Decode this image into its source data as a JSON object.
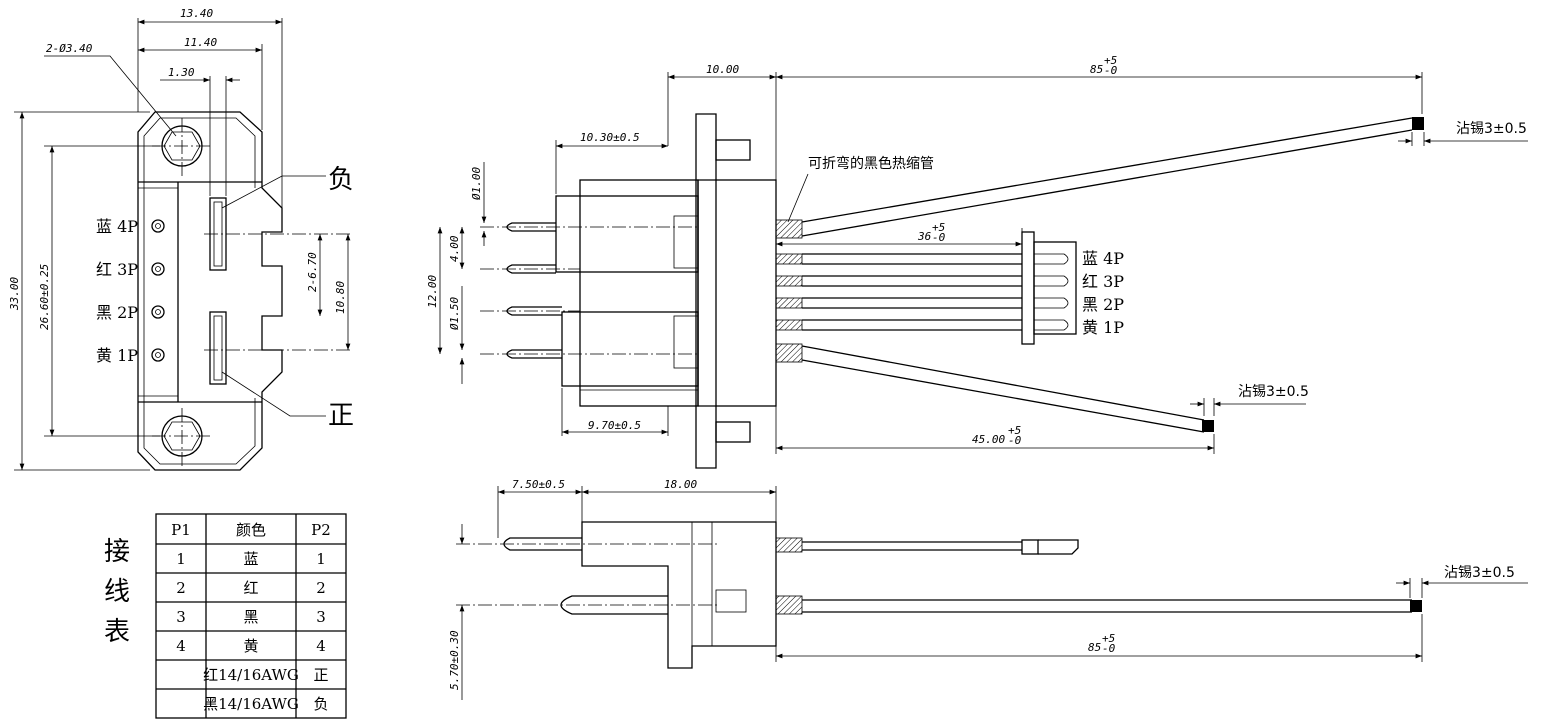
{
  "front_view": {
    "dims": {
      "width_total": "13.40",
      "width_inner": "11.40",
      "hole_offset": "1.30",
      "holes": "2-Ø3.40",
      "height_total": "33.00",
      "hole_spacing": "26.60±0.25",
      "slot_width": "2-6.70",
      "slot_span": "10.80"
    },
    "pins": [
      {
        "label": "蓝 4P"
      },
      {
        "label": "红 3P"
      },
      {
        "label": "黑 2P"
      },
      {
        "label": "黄 1P"
      }
    ],
    "neg_label": "负",
    "pos_label": "正"
  },
  "wiring_table": {
    "title": [
      "接",
      "线",
      "表"
    ],
    "headers": [
      "P1",
      "颜色",
      "P2"
    ],
    "rows": [
      [
        "1",
        "蓝",
        "1"
      ],
      [
        "2",
        "红",
        "2"
      ],
      [
        "3",
        "黑",
        "3"
      ],
      [
        "4",
        "黄",
        "4"
      ],
      [
        "",
        "红14/16AWG",
        "正"
      ],
      [
        "",
        "黑14/16AWG",
        "负"
      ]
    ]
  },
  "side_view": {
    "dims": {
      "flange": "10.00",
      "pin_len": "10.30±0.5",
      "wire_long": "85",
      "wire_long_tol": "+5",
      "wire_long_tol2": "-0",
      "tin_top": "沾锡3±0.5",
      "pin_dia": "Ø1.00",
      "pitch": "4.00",
      "span": "12.00",
      "pin_dia2": "Ø1.50",
      "signal_wire": "36",
      "signal_tol": "+5",
      "signal_tol2": "-0",
      "tin_bottom": "沾锡3±0.5",
      "lower_len": "9.70±0.5",
      "wire_short": "45.00",
      "wire_short_tol": "+5",
      "wire_short_tol2": "-0"
    },
    "heat_shrink": "可折弯的黑色热缩管",
    "connector_pins": [
      {
        "label": "蓝 4P"
      },
      {
        "label": "红 3P"
      },
      {
        "label": "黑 2P"
      },
      {
        "label": "黄 1P"
      }
    ]
  },
  "bottom_view": {
    "dims": {
      "pin_len": "7.50±0.5",
      "body_len": "18.00",
      "tin": "沾锡3±0.5",
      "wire": "85",
      "wire_tol": "+5",
      "wire_tol2": "-0",
      "offset": "5.70±0.30"
    }
  }
}
